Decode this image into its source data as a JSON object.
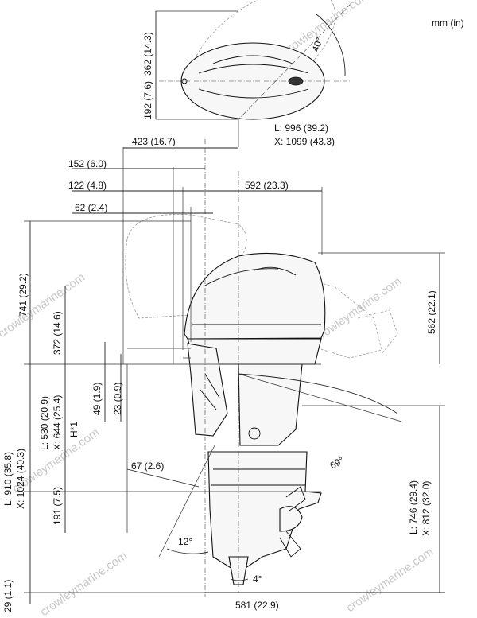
{
  "units_label": "mm (in)",
  "dimensions": {
    "top_width_upper": "362 (14.3)",
    "top_width_lower": "192 (7.6)",
    "steer_angle": "40°",
    "length_L": "L: 996 (39.2)",
    "length_X": "X: 1099 (43.3)",
    "d423": "423 (16.7)",
    "d152": "152 (6.0)",
    "d122": "122 (4.8)",
    "d592": "592 (23.3)",
    "d62": "62 (2.4)",
    "d741": "741 (29.2)",
    "d372": "372 (14.6)",
    "d562": "562 (22.1)",
    "d49": "49 (1.9)",
    "d23": "23 (0.9)",
    "shaft_L": "L: 530 (20.9)",
    "shaft_X": "X: 644 (25.4)",
    "h1": "H*1",
    "total_L": "L: 910 (35.8)",
    "total_X": "X: 1024 (40.3)",
    "d67": "67 (2.6)",
    "tilt_angle": "69°",
    "d191": "191 (7.5)",
    "lower_L": "L: 746 (29.4)",
    "lower_X": "X: 812 (32.0)",
    "trim_angle": "12°",
    "d29": "29 (1.1)",
    "small_angle": "4°",
    "d581": "581 (22.9)"
  },
  "watermarks": [
    "crowleymarine.com",
    "crowleymarine.com",
    "crowleymarine.com",
    "crowleymarine.com",
    "crowleymarine.com",
    "crowleymarine.com"
  ]
}
